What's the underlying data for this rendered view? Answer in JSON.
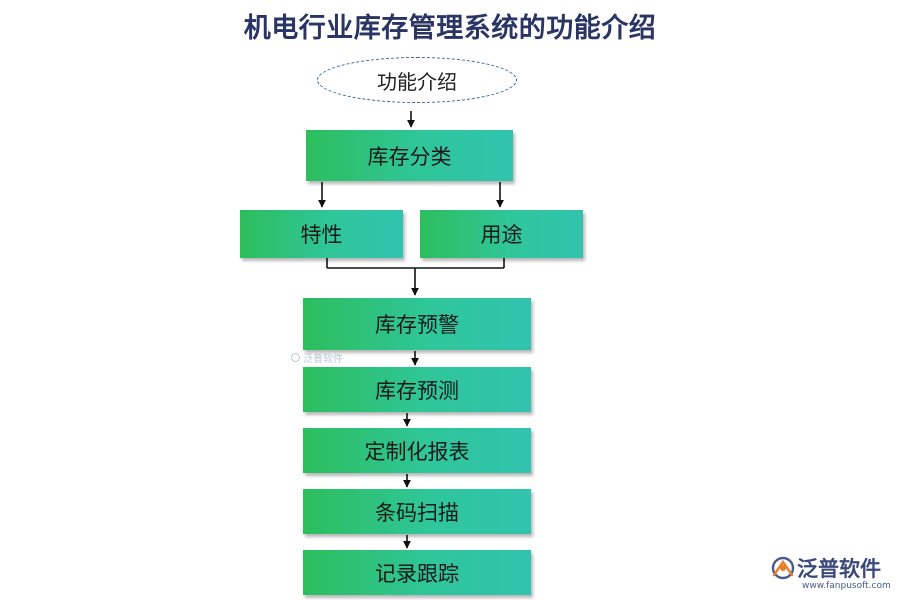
{
  "title": "机电行业库存管理系统的功能介绍",
  "diagram": {
    "root": "功能介绍",
    "category": "库存分类",
    "branches": [
      "特性",
      "用途"
    ],
    "steps": [
      "库存预警",
      "库存预测",
      "定制化报表",
      "条码扫描",
      "记录跟踪"
    ]
  },
  "watermark": {
    "small_text": "泛普软件"
  },
  "logo": {
    "name": "泛普软件",
    "url": "www.fanpusoft.com"
  },
  "colors": {
    "box_start": "#2dbe5d",
    "box_end": "#31c3ae",
    "title": "#2a3566",
    "connector": "#111111"
  }
}
